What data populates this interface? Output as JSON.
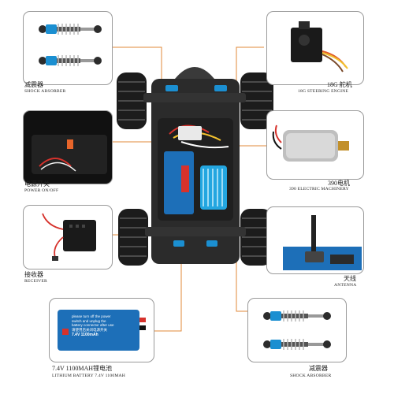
{
  "captions": {
    "shock_top": {
      "cn": "减震器",
      "en": "SHOCK ABSORBER"
    },
    "servo": {
      "cn": "18G 舵机",
      "en": "18G STEERING ENGINE"
    },
    "power": {
      "cn": "电源开关",
      "en": "POWER ON/OFF"
    },
    "motor": {
      "cn": "390电机",
      "en": "390 ELECTRIC MACHINERY"
    },
    "receiver": {
      "cn": "接收器",
      "en": "RECEIVER"
    },
    "antenna": {
      "cn": "天线",
      "en": "ANTENNA"
    },
    "battery": {
      "cn": "7.4V  1100MAH锂电池",
      "en": "LITHIUM BATTERY 7.4V 1100MAH"
    },
    "shock_bottom": {
      "cn": "减震器",
      "en": "SHOCK ABSORBER"
    }
  },
  "battery_label": {
    "line1": "please turn off the power",
    "line2": "switch and unplug the",
    "line3": "battery connector after use",
    "line4": "请使用后关闭电源开关",
    "line5": "7.4V 1100mAh"
  },
  "colors": {
    "accent": "#e08a3a",
    "panel_border": "#9a9a9a",
    "shock_blue": "#1b8fd1",
    "battery_blue": "#1d6fb8",
    "chassis": "#2b2b2b"
  }
}
